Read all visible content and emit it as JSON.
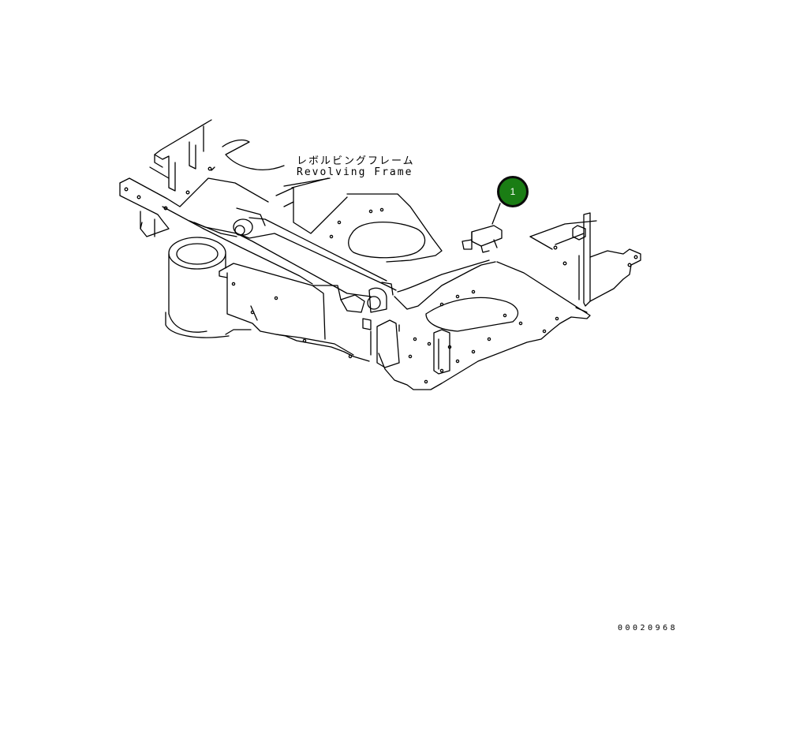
{
  "diagram": {
    "label_jp": "レボルビングフレーム",
    "label_en": "Revolving Frame",
    "callout_number": "1",
    "document_number": "00020968",
    "callout_color": "#1a7d14"
  }
}
